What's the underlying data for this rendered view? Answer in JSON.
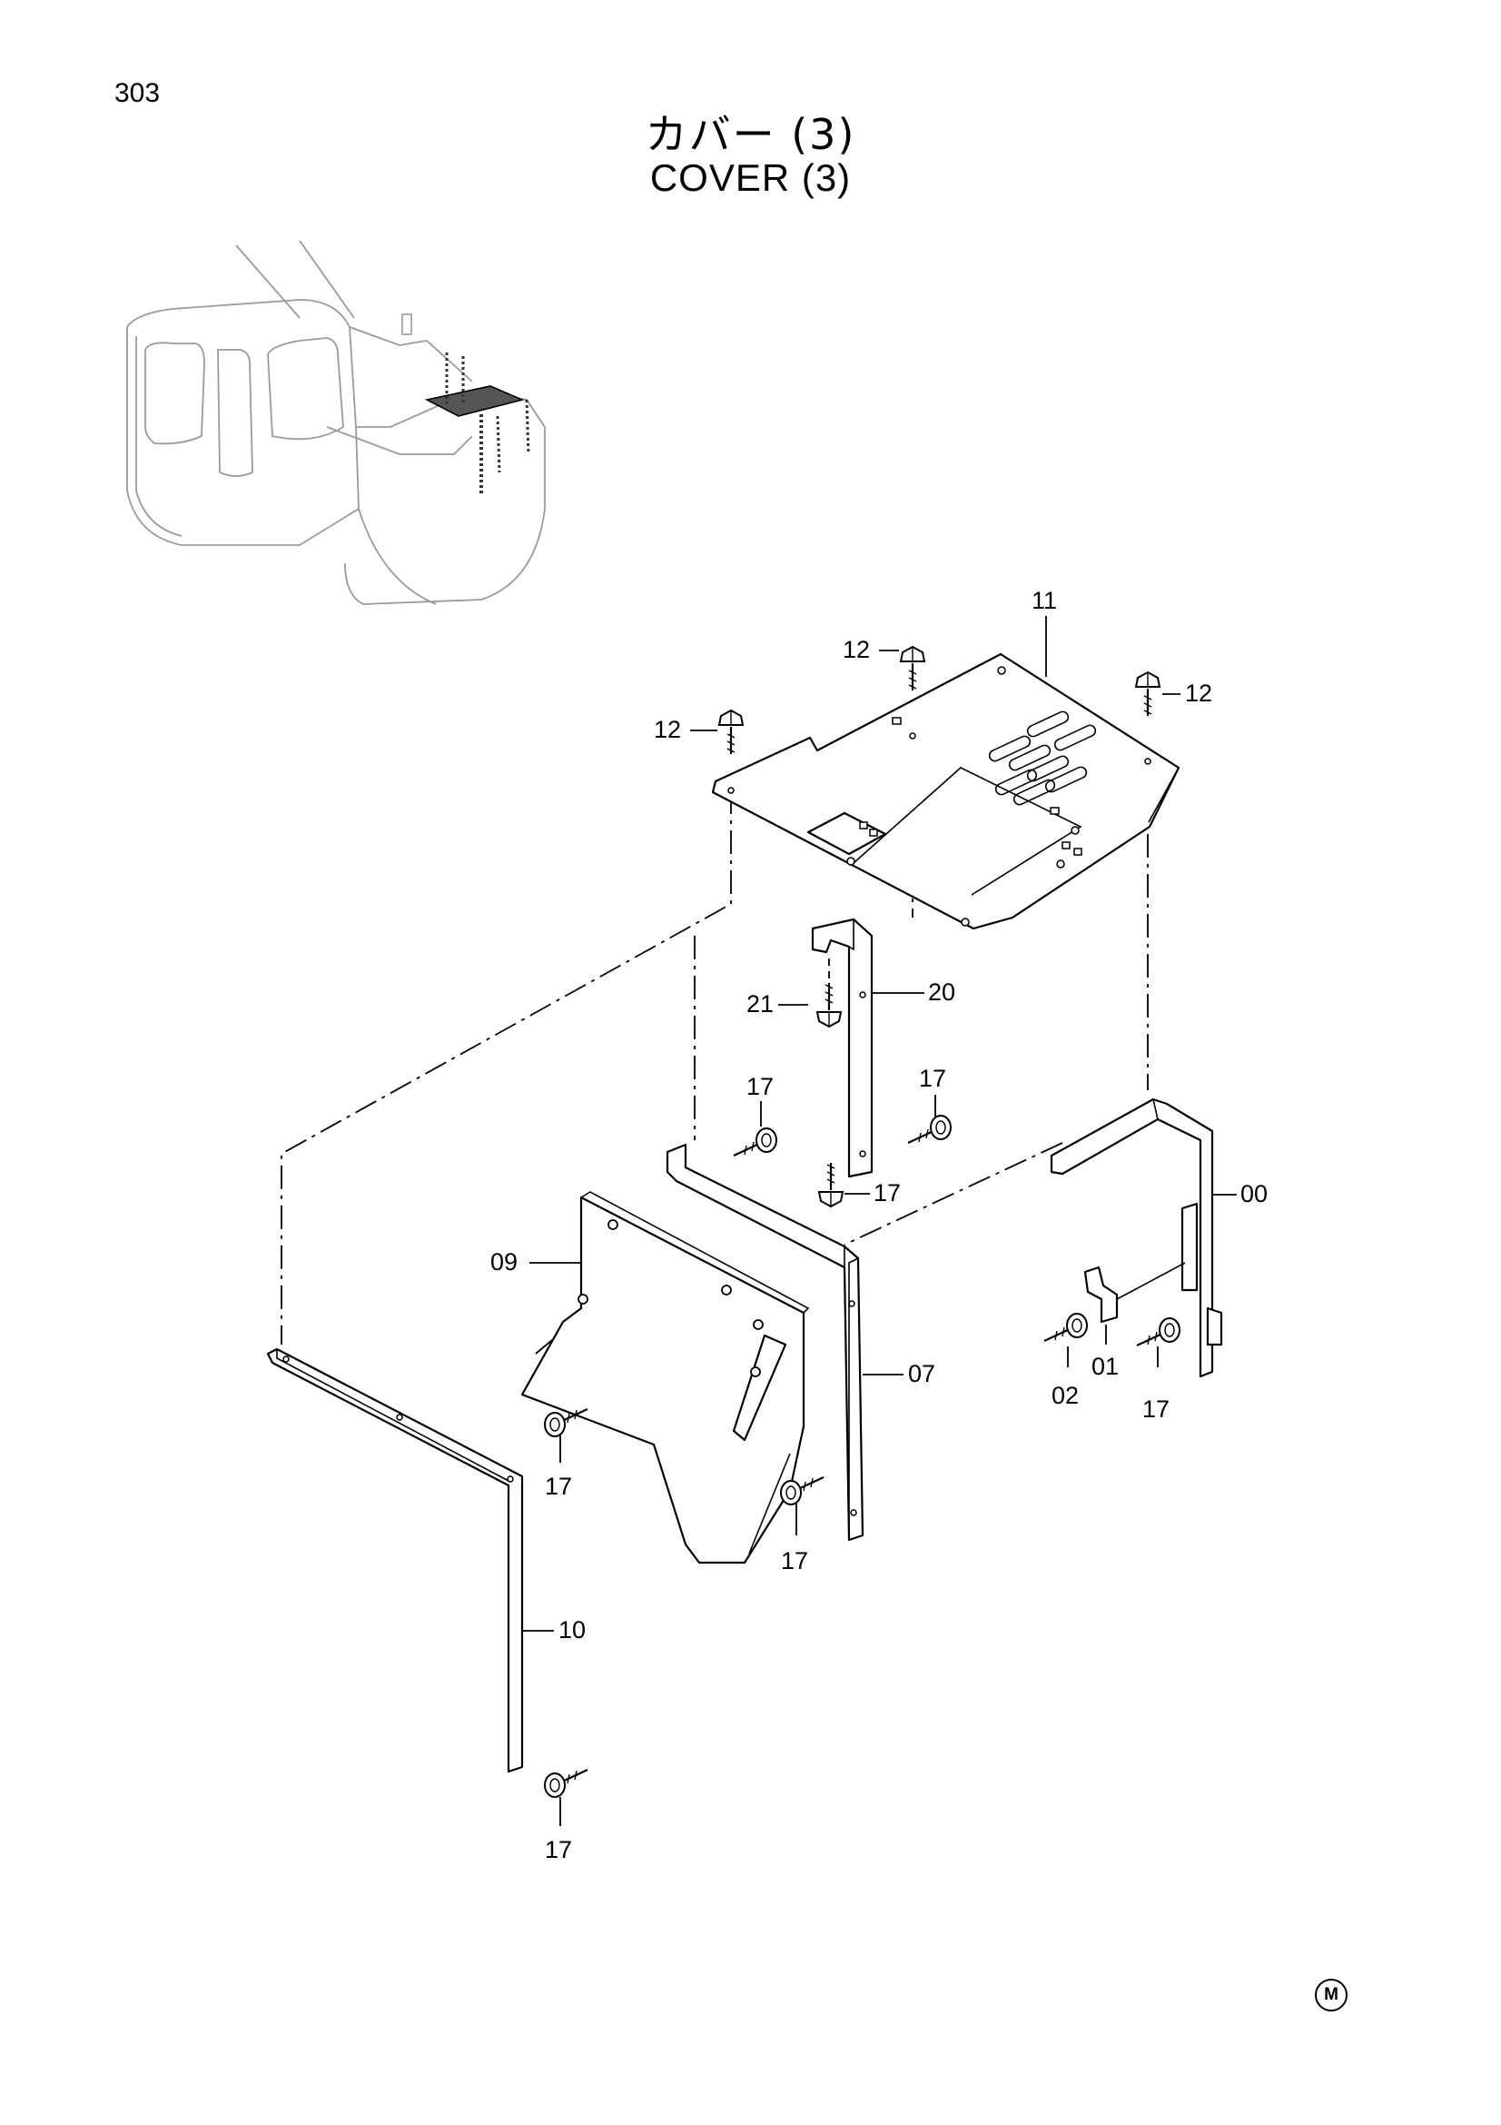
{
  "page_number": "303",
  "title_jp": "カバー (3)",
  "title_en": "COVER (3)",
  "symbol_mark": "M",
  "callouts": {
    "c11": "11",
    "c12a": "12",
    "c12b": "12",
    "c12c": "12",
    "c20": "20",
    "c21": "21",
    "c17a": "17",
    "c17b": "17",
    "c17c": "17",
    "c17d": "17",
    "c17e": "17",
    "c17f": "17",
    "c17g": "17",
    "c00": "00",
    "c09": "09",
    "c07": "07",
    "c01": "01",
    "c02": "02",
    "c10": "10"
  }
}
